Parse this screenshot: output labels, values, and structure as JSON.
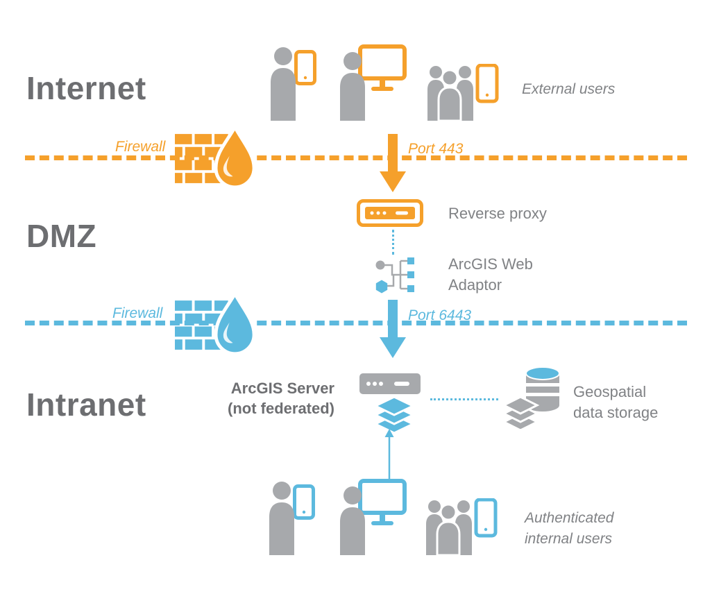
{
  "colors": {
    "orange": "#F5A02B",
    "blue": "#5CB9DE",
    "zone_text": "#6D6E71",
    "label_text": "#808285",
    "icon_gray": "#A7A9AC"
  },
  "zones": {
    "internet": "Internet",
    "dmz": "DMZ",
    "intranet": "Intranet"
  },
  "boundaries": {
    "firewall_top_label": "Firewall",
    "firewall_bottom_label": "Firewall"
  },
  "flows": {
    "port_443": "Port 443",
    "port_6443": "Port 6443"
  },
  "nodes": {
    "external_users": "External users",
    "reverse_proxy": "Reverse proxy",
    "web_adaptor": "ArcGIS Web\nAdaptor",
    "arcgis_server": "ArcGIS Server\n(not federated)",
    "storage": "Geospatial\ndata storage",
    "internal_users": "Authenticated\ninternal users"
  }
}
